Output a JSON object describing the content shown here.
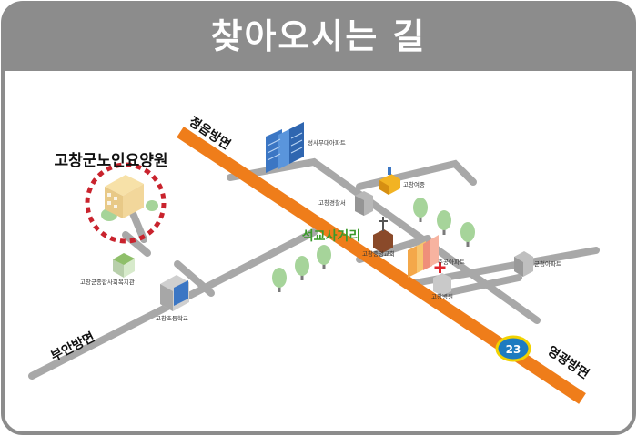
{
  "header": {
    "title": "찾아오시는 길"
  },
  "facility": {
    "name": "고창군노인요양원"
  },
  "intersection": {
    "name": "석교사거리"
  },
  "roads": {
    "northwest": "정읍방면",
    "southwest": "부안방면",
    "southeast": "영광방면",
    "route_number": "23"
  },
  "landmarks": {
    "apartment_top": "성사무대아파트",
    "school": "고창여중",
    "police": "고창경찰서",
    "church": "고창중앙교회",
    "apartment_mid": "주공아파트",
    "hospital": "고창병원",
    "building_right": "군청아파트",
    "welfare": "고창군종합사회복지관",
    "elementary": "고창초등학교"
  },
  "colors": {
    "header": "#8c8c8c",
    "main_road": "#ef7d1a",
    "minor_road": "#a8a8a8",
    "intersection_label": "#3a9a2a",
    "route_badge_fill": "#1d7bc0",
    "route_badge_ring": "#f2d200"
  },
  "icons": {
    "tree": "tree-icon",
    "building": "building-icon",
    "hospital_cross": "red-cross-icon"
  }
}
